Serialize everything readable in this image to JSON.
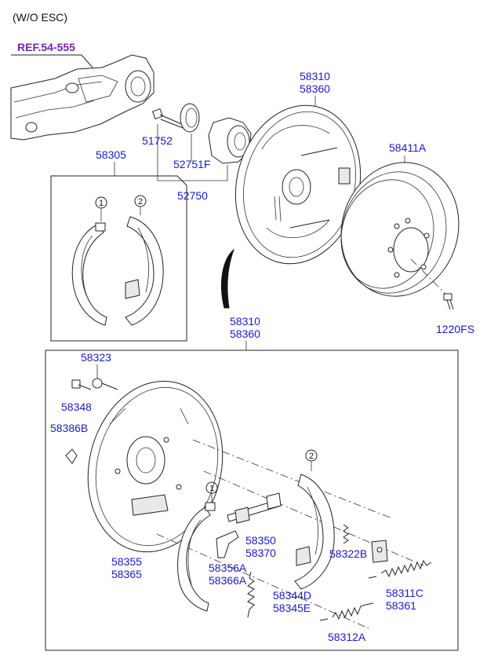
{
  "header": {
    "variant": "(W/O ESC)"
  },
  "reference": {
    "label": "REF.54-555"
  },
  "parts": {
    "p51752": "51752",
    "p52751F": "52751F",
    "p52750": "52750",
    "p58305": "58305",
    "p58310_top": "58310",
    "p58360_top": "58360",
    "p58411A": "58411A",
    "p1220FS": "1220FS",
    "p58310_mid": "58310",
    "p58360_mid": "58360",
    "p58323": "58323",
    "p58348": "58348",
    "p58386B": "58386B",
    "p58355": "58355",
    "p58365": "58365",
    "p58350": "58350",
    "p58370": "58370",
    "p58356A": "58356A",
    "p58366A": "58366A",
    "p58344D": "58344D",
    "p58345E": "58345E",
    "p58322B": "58322B",
    "p58311C": "58311C",
    "p58361": "58361",
    "p58312A": "58312A"
  },
  "callouts": {
    "c1": "1",
    "c2": "2"
  },
  "colors": {
    "part_label": "#1a1acd",
    "ref_label": "#7a1fb0"
  }
}
